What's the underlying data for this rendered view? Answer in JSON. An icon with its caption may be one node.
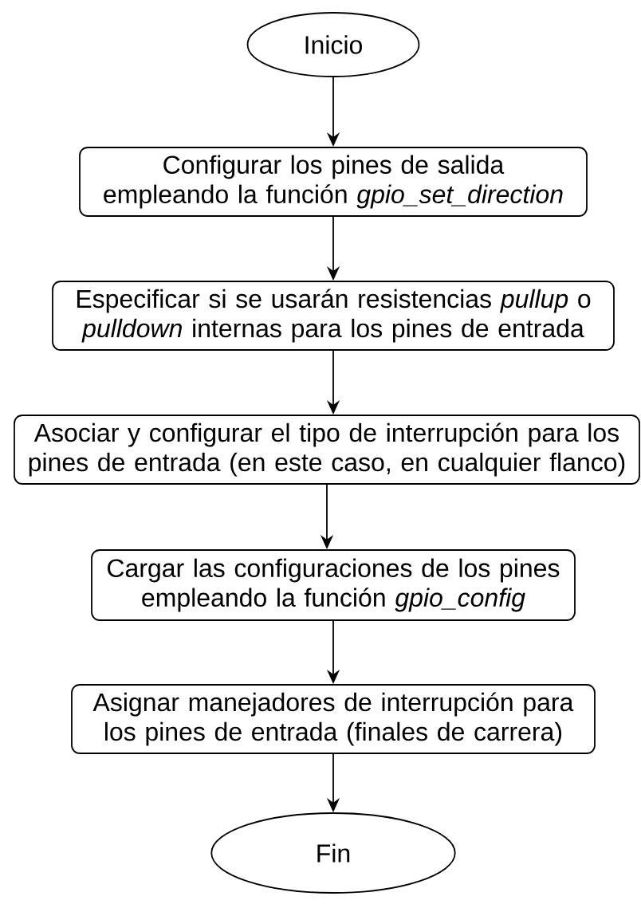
{
  "diagram": {
    "nodes": [
      {
        "text": [
          "Inicio"
        ]
      },
      {
        "text": [
          "Configurar los pines de salida empleando la función *gpio_set_direction*"
        ]
      },
      {
        "text": [
          "Especificar si se usarán resistencias *pullup* o *pulldown* internas para los pines de entrada"
        ]
      },
      {
        "text": [
          "Asociar y configurar el tipo de interrupción para los pines de entrada (en este caso, en cualquier flanco)"
        ]
      },
      {
        "text": [
          "Cargar las configuraciones de los pines empleando la función *gpio_config*"
        ]
      },
      {
        "text": [
          "Asignar manejadores de interrupción para los pines de entrada (finales de carrera)"
        ]
      },
      {
        "text": [
          "Fin"
        ]
      }
    ],
    "edges": [
      {
        "from": 0,
        "to": 1,
        "arrow": "to"
      },
      {
        "from": 1,
        "to": 2,
        "arrow": "to"
      },
      {
        "from": 2,
        "to": 3,
        "arrow": "to"
      },
      {
        "from": 3,
        "to": 4,
        "arrow": "to"
      },
      {
        "from": 4,
        "to": 5,
        "arrow": "to"
      },
      {
        "from": 5,
        "to": 6,
        "arrow": "to"
      }
    ]
  }
}
